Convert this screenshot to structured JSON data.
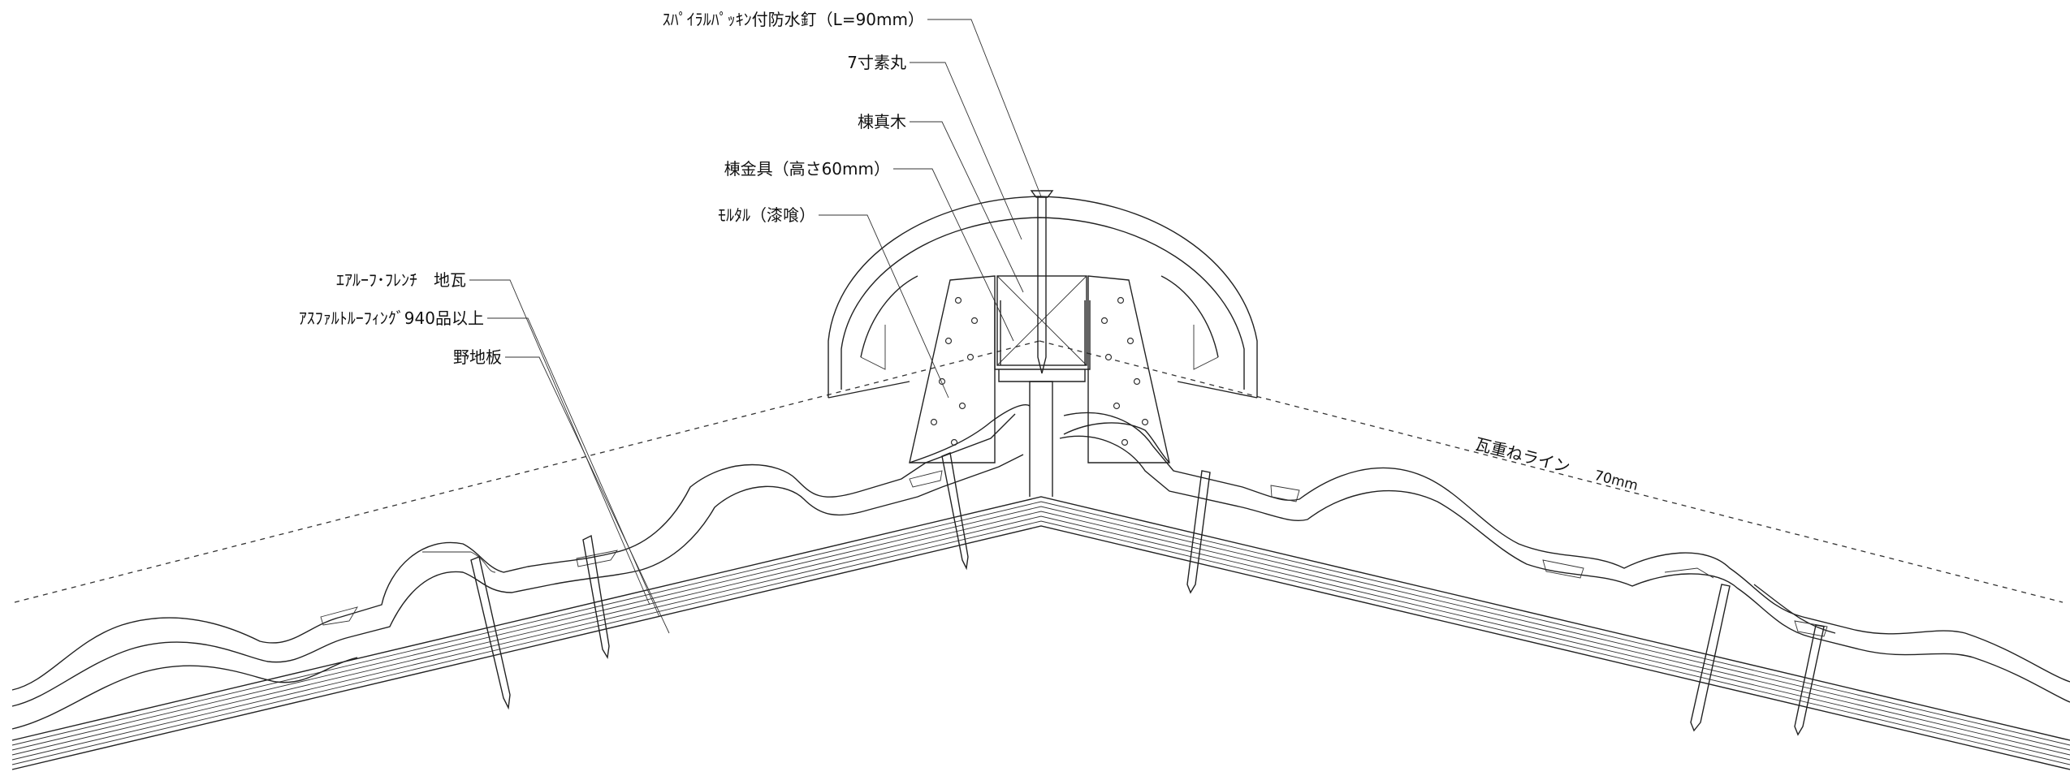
{
  "labels": {
    "nail": "ｽﾊﾟｲﾗﾙﾊﾟｯｷﾝ付防水釘（L=90mm）",
    "maru": "7寸素丸",
    "munagi": "棟真木",
    "kanagu": "棟金具（高さ60mm）",
    "mortar": "ﾓﾙﾀﾙ（漆喰）",
    "jigawara": "ｴｱﾙｰﾌ･ﾌﾚﾝﾁ　地瓦",
    "roofing": "ｱｽﾌｧﾙﾄﾙｰﾌｨﾝｸﾞ940品以上",
    "nojiita": "野地板",
    "overlap": "瓦重ねライン",
    "overlap_dim": "70mm"
  }
}
